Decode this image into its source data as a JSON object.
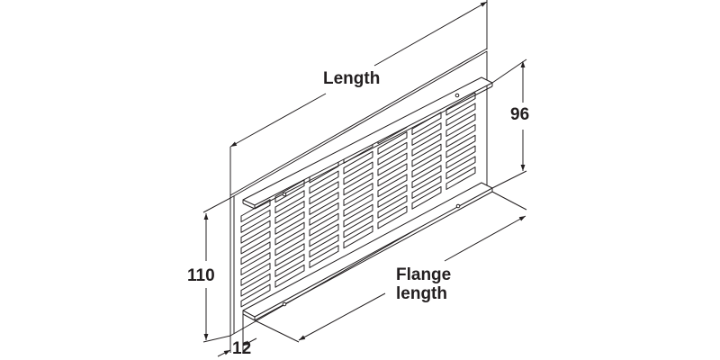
{
  "figure": {
    "type": "technical-drawing",
    "subject": "ventilation grille with flanges (isometric view)",
    "line_color": "#231f20",
    "background": "#ffffff"
  },
  "dimensions": {
    "length": {
      "label": "Length"
    },
    "height_flanges": {
      "value": "96"
    },
    "height_total": {
      "value": "110"
    },
    "flange_depth": {
      "value": "12"
    },
    "flange_length": {
      "label_line1": "Flange",
      "label_line2": "length"
    }
  },
  "grille": {
    "slot_columns": 7,
    "slot_rows": 9
  }
}
